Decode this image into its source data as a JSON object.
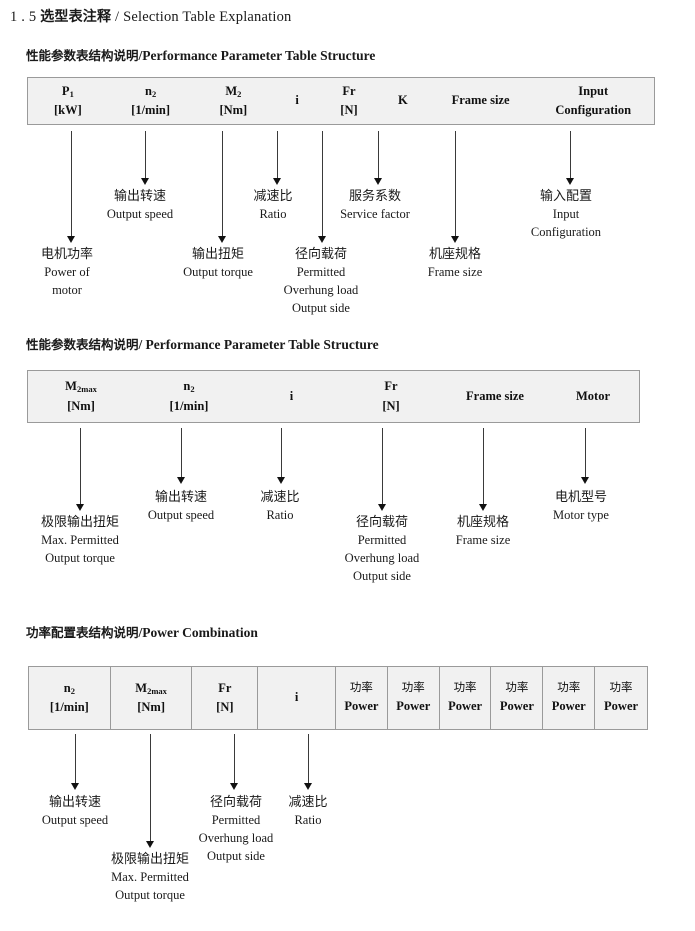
{
  "document": {
    "section_number": "1 . 5",
    "section_title_cn": "选型表注释",
    "section_title_sep": "/",
    "section_title_en": "Selection Table Explanation"
  },
  "sections": [
    {
      "id": "performance-parameter-1",
      "heading_cn": "性能参数表结构说明",
      "heading_sep": "/",
      "heading_en": "Performance Parameter Table Structure",
      "table": {
        "bordered": false,
        "columns": [
          {
            "symbol": "P",
            "subscript": "1",
            "unit": "[kW]"
          },
          {
            "symbol": "n",
            "subscript": "2",
            "unit": "[1/min]"
          },
          {
            "symbol": "M",
            "subscript": "2",
            "unit": "[Nm]"
          },
          {
            "symbol": "i",
            "subscript": "",
            "unit": ""
          },
          {
            "symbol": "Fr",
            "subscript": "",
            "unit": "[N]"
          },
          {
            "symbol": "K",
            "subscript": "",
            "unit": ""
          },
          {
            "symbol": "Frame size",
            "subscript": "",
            "unit": ""
          },
          {
            "symbol": "Input",
            "subscript": "",
            "unit": "Configuration"
          }
        ]
      },
      "annotations": [
        {
          "cn": "电机功率",
          "en": [
            "Power of",
            "motor"
          ]
        },
        {
          "cn": "输出转速",
          "en": [
            "Output speed"
          ]
        },
        {
          "cn": "输出扭矩",
          "en": [
            "Output torque"
          ]
        },
        {
          "cn": "减速比",
          "en": [
            "Ratio"
          ]
        },
        {
          "cn": "径向载荷",
          "en": [
            "Permitted",
            "Overhung load",
            "Output side"
          ]
        },
        {
          "cn": "服务系数",
          "en": [
            "Service factor"
          ]
        },
        {
          "cn": "机座规格",
          "en": [
            "Frame size"
          ]
        },
        {
          "cn": "输入配置",
          "en": [
            "Input",
            "Configuration"
          ]
        }
      ]
    },
    {
      "id": "performance-parameter-2",
      "heading_cn": "性能参数表结构说明",
      "heading_sep": "/",
      "heading_en": "Performance Parameter Table Structure",
      "table": {
        "bordered": false,
        "columns": [
          {
            "symbol": "M",
            "subscript": "2max",
            "unit": "[Nm]"
          },
          {
            "symbol": "n",
            "subscript": "2",
            "unit": "[1/min]"
          },
          {
            "symbol": "i",
            "subscript": "",
            "unit": ""
          },
          {
            "symbol": "Fr",
            "subscript": "",
            "unit": "[N]"
          },
          {
            "symbol": "Frame size",
            "subscript": "",
            "unit": ""
          },
          {
            "symbol": "Motor",
            "subscript": "",
            "unit": ""
          }
        ]
      },
      "annotations": [
        {
          "cn": "极限输出扭矩",
          "en": [
            "Max. Permitted",
            "Output  torque"
          ]
        },
        {
          "cn": "输出转速",
          "en": [
            "Output speed"
          ]
        },
        {
          "cn": "减速比",
          "en": [
            "Ratio"
          ]
        },
        {
          "cn": "径向载荷",
          "en": [
            "Permitted",
            "Overhung load",
            "Output side"
          ]
        },
        {
          "cn": "机座规格",
          "en": [
            "Frame size"
          ]
        },
        {
          "cn": "电机型号",
          "en": [
            "Motor type"
          ]
        }
      ]
    },
    {
      "id": "power-combination",
      "heading_cn": "功率配置表结构说明",
      "heading_sep": "/",
      "heading_en": "Power Combination",
      "table": {
        "bordered": true,
        "columns": [
          {
            "symbol": "n",
            "subscript": "2",
            "unit": "[1/min]"
          },
          {
            "symbol": "M",
            "subscript": "2max",
            "unit": "[Nm]"
          },
          {
            "symbol": "Fr",
            "subscript": "",
            "unit": "[N]"
          },
          {
            "symbol": "i",
            "subscript": "",
            "unit": ""
          },
          {
            "symbol": "功率",
            "subscript": "",
            "unit": "Power"
          },
          {
            "symbol": "功率",
            "subscript": "",
            "unit": "Power"
          },
          {
            "symbol": "功率",
            "subscript": "",
            "unit": "Power"
          },
          {
            "symbol": "功率",
            "subscript": "",
            "unit": "Power"
          },
          {
            "symbol": "功率",
            "subscript": "",
            "unit": "Power"
          },
          {
            "symbol": "功率",
            "subscript": "",
            "unit": "Power"
          }
        ]
      },
      "annotations": [
        {
          "cn": "输出转速",
          "en": [
            "Output speed"
          ]
        },
        {
          "cn": "极限输出扭矩",
          "en": [
            "Max. Permitted",
            "Output  torque"
          ]
        },
        {
          "cn": "径向载荷",
          "en": [
            "Permitted",
            "Overhung load",
            "Output side"
          ]
        },
        {
          "cn": "减速比",
          "en": [
            "Ratio"
          ]
        }
      ]
    }
  ],
  "colors": {
    "table_fill": "#f1f1f1",
    "table_border": "#9a9a9a",
    "arrow": "#3a3a3a",
    "text": "#1a1a1a"
  }
}
